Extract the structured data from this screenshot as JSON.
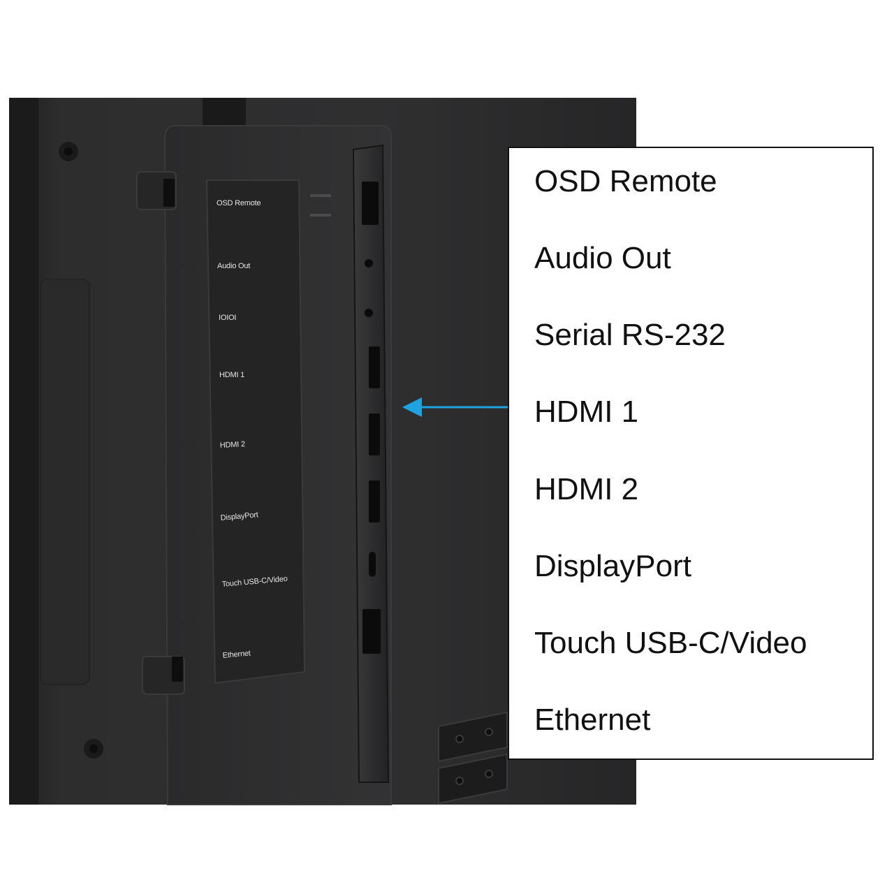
{
  "panel_labels": [
    "OSD Remote",
    "Audio Out",
    "IOIOI",
    "HDMI 1",
    "HDMI 2",
    "DisplayPort",
    "Touch USB-C/Video",
    "Ethernet"
  ],
  "callout": {
    "items": [
      "OSD Remote",
      "Audio Out",
      "Serial RS-232",
      "HDMI 1",
      "HDMI 2",
      "DisplayPort",
      "Touch USB-C/Video",
      "Ethernet"
    ]
  },
  "colors": {
    "arrow": "#1fa3e0",
    "monitor_body": "#2b2b2c",
    "callout_border": "#111111"
  }
}
